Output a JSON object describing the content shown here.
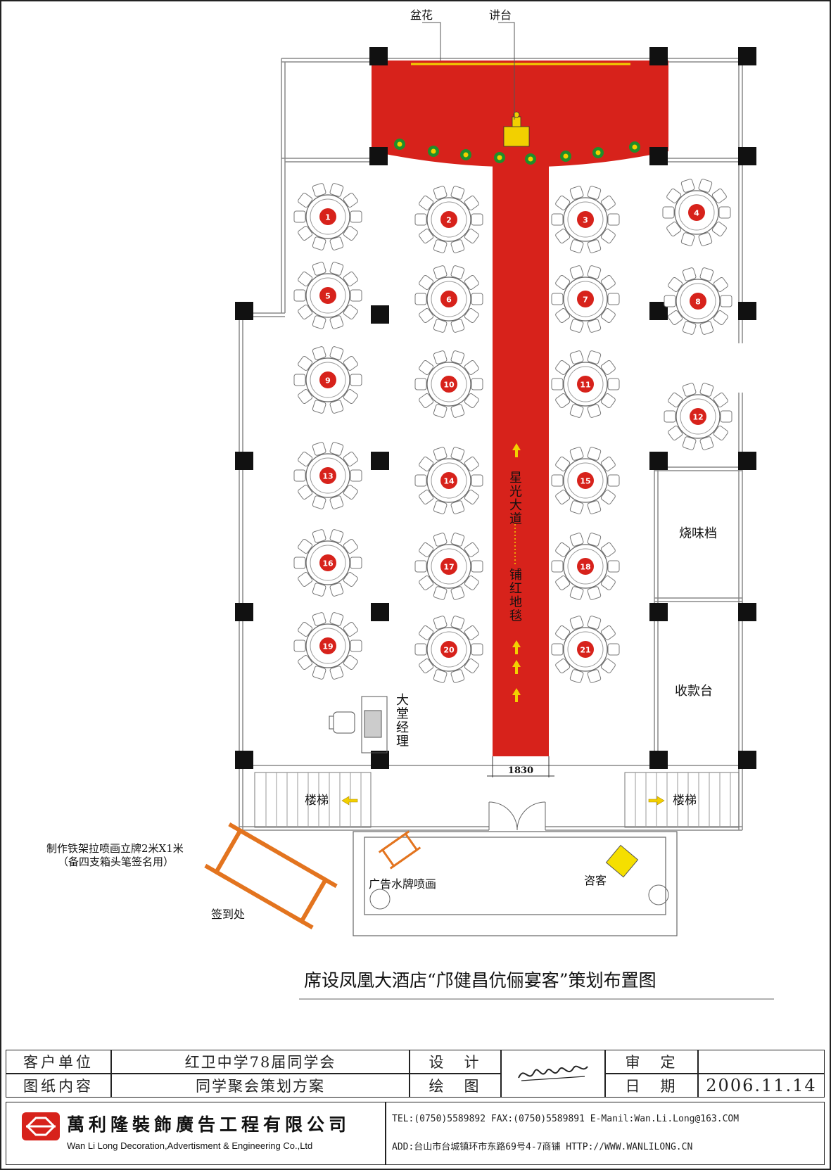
{
  "labels": {
    "pot_flower": "盆花",
    "podium": "讲台",
    "starlight_vertical": "星光大道",
    "carpet_vertical": "铺红地毯",
    "width_label": "1830",
    "bbq_stall": "烧味档",
    "cashier": "收款台",
    "lobby_manager_vertical": "大堂经理",
    "stairs_left": "楼梯",
    "stairs_right": "楼梯",
    "sign_note_1": "制作铁架拉喷画立牌2米X1米",
    "sign_note_2": "（备四支箱头笔签名用）",
    "sign_in": "签到处",
    "ad_board": "广告水牌喷画",
    "greeter": "咨客"
  },
  "tables": [
    {
      "num": "1"
    },
    {
      "num": "2"
    },
    {
      "num": "3"
    },
    {
      "num": "4"
    },
    {
      "num": "5"
    },
    {
      "num": "6"
    },
    {
      "num": "7"
    },
    {
      "num": "8"
    },
    {
      "num": "9"
    },
    {
      "num": "10"
    },
    {
      "num": "11"
    },
    {
      "num": "12"
    },
    {
      "num": "13"
    },
    {
      "num": "14"
    },
    {
      "num": "15"
    },
    {
      "num": "16"
    },
    {
      "num": "17"
    },
    {
      "num": "18"
    },
    {
      "num": "19"
    },
    {
      "num": "20"
    },
    {
      "num": "21"
    }
  ],
  "title": "席设凤凰大酒店“邝健昌伉俪宴客”策划布置图",
  "title_block": {
    "client_label": "客户单位",
    "client_value": "红卫中学78届同学会",
    "design_label": "设　计",
    "review_label": "审　定",
    "content_label": "图纸内容",
    "content_value": "同学聚会策划方案",
    "draw_label": "绘　图",
    "date_label": "日　期",
    "date_value": "2006.11.14"
  },
  "company": {
    "name_cn": "萬利隆裝飾廣告工程有限公司",
    "name_en": "Wan Li Long Decoration,Advertisment & Engineering Co.,Ltd",
    "contact_line": "TEL:(0750)5589892  FAX:(0750)5589891 E-Manil:Wan.Li.Long@163.COM",
    "address_line": "ADD:台山市台城镇环市东路69号4-7商铺 HTTP://WWW.WANLILONG.CN"
  },
  "colors": {
    "carpet": "#d7221b",
    "arrow": "#f2d000",
    "pillar": "#111111",
    "table_center": "#d7221b",
    "sign": "#e3741f",
    "greeter": "#f5df00"
  }
}
